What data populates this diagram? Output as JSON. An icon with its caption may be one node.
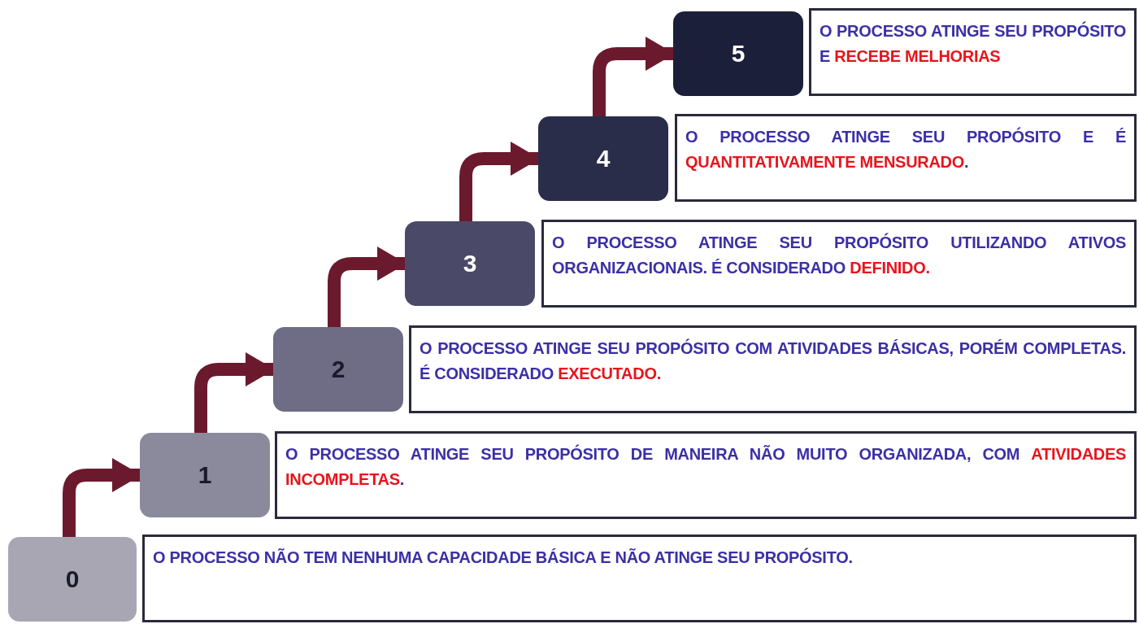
{
  "diagram": {
    "nodes": [
      {
        "text": [
          "5"
        ]
      },
      {
        "text": [
          "O PROCESSO ATINGE SEU PROPÓSITO E **RECEBE MELHORIAS**"
        ]
      },
      {
        "text": [
          "4"
        ]
      },
      {
        "text": [
          "O PROCESSO ATINGE SEU PROPÓSITO E É **QUANTITATIVAMENTE MENSURADO**."
        ]
      },
      {
        "text": [
          "3"
        ]
      },
      {
        "text": [
          "O PROCESSO ATINGE SEU PROPÓSITO UTILIZANDO ATIVOS ORGANIZACIONAIS. É CONSIDERADO **DEFINIDO.**"
        ]
      },
      {
        "text": [
          "2"
        ]
      },
      {
        "text": [
          "O PROCESSO ATINGE SEU PROPÓSITO COM ATIVIDADES BÁSICAS, PORÉM COMPLETAS. É CONSIDERADO **EXECUTADO.**"
        ]
      },
      {
        "text": [
          "1"
        ]
      },
      {
        "text": [
          "O PROCESSO ATINGE SEU PROPÓSITO DE MANEIRA NÃO MUITO ORGANIZADA, COM **ATIVIDADES INCOMPLETAS**."
        ]
      },
      {
        "text": [
          "0"
        ]
      },
      {
        "text": [
          "O PROCESSO NÃO TEM NENHUMA CAPACIDADE BÁSICA E NÃO ATINGE SEU PROPÓSITO."
        ]
      }
    ],
    "edges": [
      {
        "from": 10,
        "to": 8,
        "arrow": "to"
      },
      {
        "from": 8,
        "to": 6,
        "arrow": "to"
      },
      {
        "from": 6,
        "to": 4,
        "arrow": "to"
      },
      {
        "from": 4,
        "to": 2,
        "arrow": "to"
      },
      {
        "from": 2,
        "to": 0,
        "arrow": "to"
      }
    ]
  }
}
